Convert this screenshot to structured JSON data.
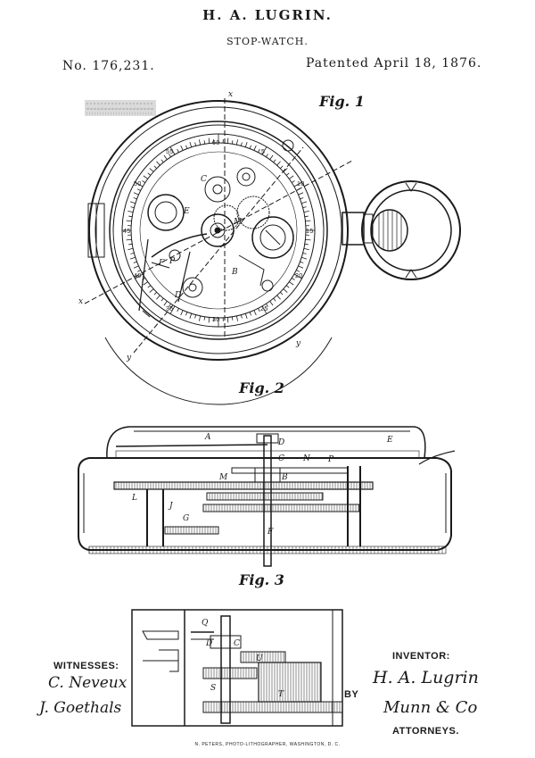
{
  "header": {
    "inventor_name": "H. A. LUGRIN.",
    "title": "STOP-WATCH.",
    "patent_number": "No. 176,231.",
    "patent_date": "Patented April 18, 1876."
  },
  "figures": {
    "fig1": "Fig. 1",
    "fig2": "Fig. 2",
    "fig3": "Fig. 3"
  },
  "fig1_letters": {
    "x_top": "x",
    "x_left": "x",
    "y_left": "y",
    "y_right": "y",
    "e": "E",
    "f": "F",
    "p": "P",
    "c": "C",
    "d": "D",
    "b": "B",
    "m": "M",
    "dial_numbers": [
      "60",
      "5",
      "10",
      "15",
      "20",
      "25",
      "30",
      "35",
      "40",
      "45",
      "50",
      "55"
    ]
  },
  "fig2_letters": {
    "a": "A",
    "d": "D",
    "e": "E",
    "c": "C",
    "n": "N",
    "p": "P",
    "m": "M",
    "b": "B",
    "l": "L",
    "j": "J",
    "g": "G",
    "f": "F"
  },
  "fig3_letters": {
    "q": "Q",
    "d": "D",
    "c": "C",
    "u": "U",
    "s": "S",
    "t": "T"
  },
  "footer": {
    "witnesses_label": "WITNESSES:",
    "witness_1": "C. Neveux",
    "witness_2": "J. Goethals",
    "by": "BY",
    "inventor_label": "INVENTOR:",
    "inventor_signature": "H. A. Lugrin",
    "attorney_signature": "Munn & Co",
    "attorneys_label": "ATTORNEYS.",
    "printer": "N. PETERS, PHOTO-LITHOGRAPHER, WASHINGTON, D. C."
  }
}
